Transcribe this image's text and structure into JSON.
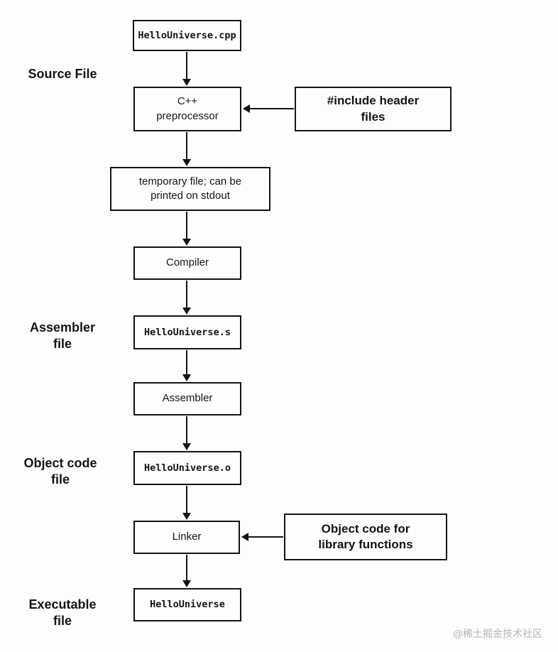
{
  "diagram": {
    "nodes": {
      "source_cpp": "HelloUniverse.cpp",
      "preprocessor": "C++\npreprocessor",
      "temp_file": "temporary file; can be\nprinted on stdout",
      "compiler": "Compiler",
      "assembler_file": "HelloUniverse.s",
      "assembler": "Assembler",
      "object_file": "HelloUniverse.o",
      "linker": "Linker",
      "executable": "HelloUniverse"
    },
    "callouts": {
      "include_headers": "#include header\nfiles",
      "object_code_libs": "Object code for\nlibrary functions"
    },
    "stage_labels": {
      "source_file": "Source File",
      "assembler_file": "Assembler\nfile",
      "object_code_file": "Object code\nfile",
      "executable_file": "Executable\nfile"
    },
    "watermark": "@稀土掘金技术社区"
  }
}
